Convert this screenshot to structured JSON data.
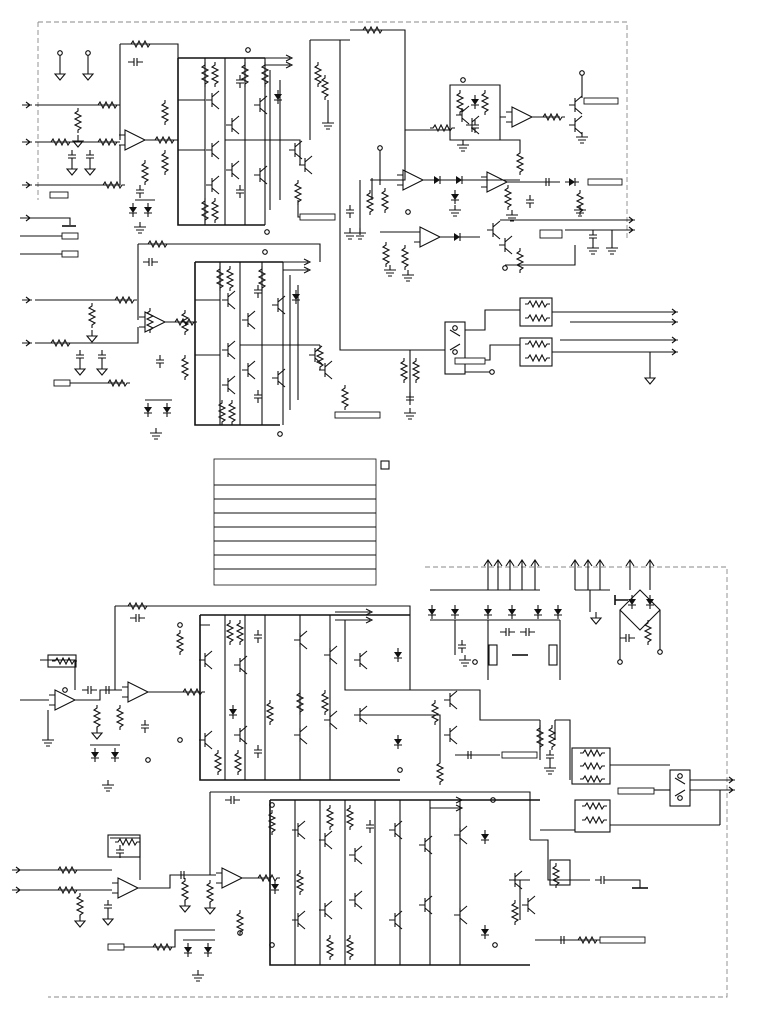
{
  "diagram": {
    "type": "electronic-schematic",
    "blocks": [
      {
        "id": "top-preamp-channel-a"
      },
      {
        "id": "top-preamp-channel-b"
      },
      {
        "id": "protection-relay-section"
      },
      {
        "id": "bottom-power-amp-channel-a"
      },
      {
        "id": "bottom-power-amp-channel-b"
      },
      {
        "id": "power-supply-section"
      }
    ]
  },
  "legend_box": {
    "title": "",
    "rows": [
      "",
      "",
      "",
      "",
      "",
      "",
      ""
    ]
  },
  "colors": {
    "ink": "#111111",
    "border": "#888888",
    "background": "#ffffff"
  }
}
